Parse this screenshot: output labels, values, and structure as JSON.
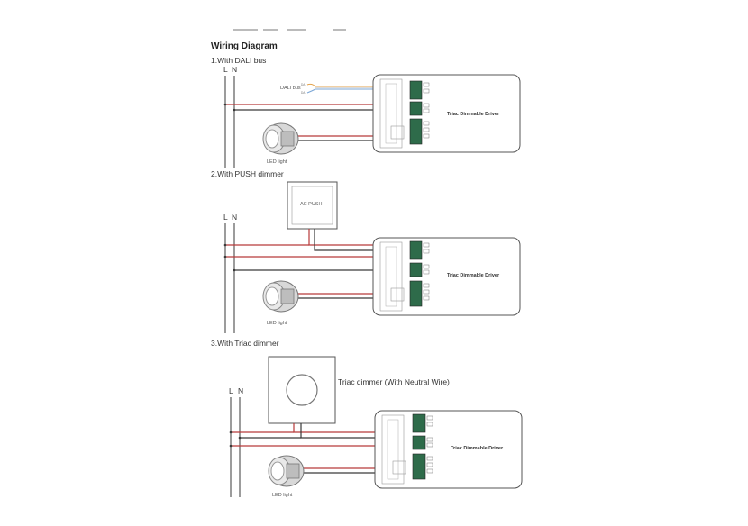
{
  "title": "Wiring Diagram",
  "sections": [
    {
      "heading": "1.With DALI bus",
      "L": "L",
      "N": "N",
      "dali_label": "DALI bus",
      "da1": "DA",
      "da2": "DA",
      "led_label": "LED light",
      "driver_label": "Triac Dimmable Driver"
    },
    {
      "heading": "2.With PUSH dimmer",
      "L": "L",
      "N": "N",
      "switch_label": "AC PUSH",
      "led_label": "LED light",
      "driver_label": "Triac Dimmable Driver"
    },
    {
      "heading": "3.With Triac dimmer",
      "L": "L",
      "N": "N",
      "dimmer_label": "Triac dimmer (With Neutral Wire)",
      "led_label": "LED light",
      "driver_label": "Triac Dimmable Driver"
    }
  ],
  "colors": {
    "wire_red": "#b83a3a",
    "wire_black": "#3a3a3a",
    "dali_wire_orange": "#e3a24a",
    "dali_wire_blue": "#7aa6d6",
    "terminal_green": "#2e6b4a"
  }
}
